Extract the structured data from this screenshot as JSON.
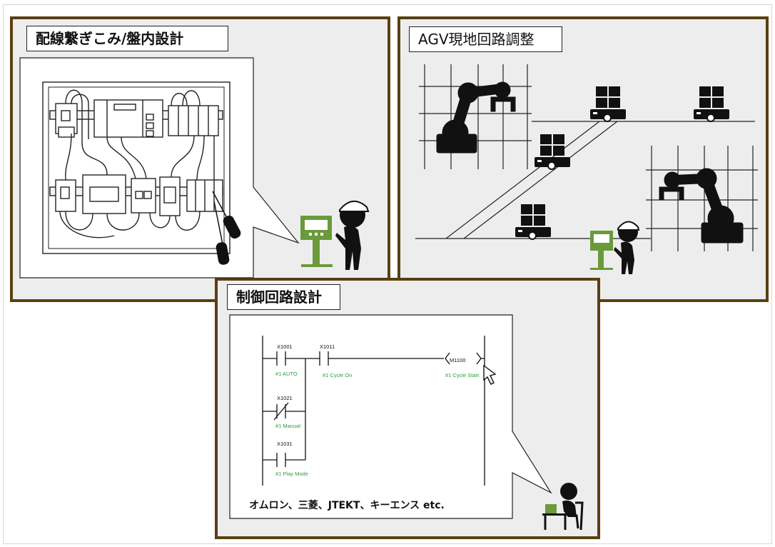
{
  "panels": {
    "wiring": {
      "title": "配線繋ぎこみ/盤内設計"
    },
    "agv": {
      "title": "AGV現地回路調整"
    },
    "control": {
      "title": "制御回路設計"
    }
  },
  "ladder": {
    "contacts": [
      {
        "address": "X1001",
        "comment": "#1 AUTO"
      },
      {
        "address": "X1011",
        "comment": "#1 Cycle On"
      },
      {
        "address": "X1021",
        "comment": "#1 Manual"
      },
      {
        "address": "X1031",
        "comment": "#1 Play Mode"
      }
    ],
    "coil": {
      "address": "M1100",
      "comment": "#1 Cycle Start"
    }
  },
  "vendors": "オムロン、三菱、JTEKT、キーエンス etc.",
  "colors": {
    "frame": "#5a3f10",
    "panel_bg": "#ededee",
    "comment": "#2e9b3e",
    "monitor": "#6a9a3c"
  }
}
